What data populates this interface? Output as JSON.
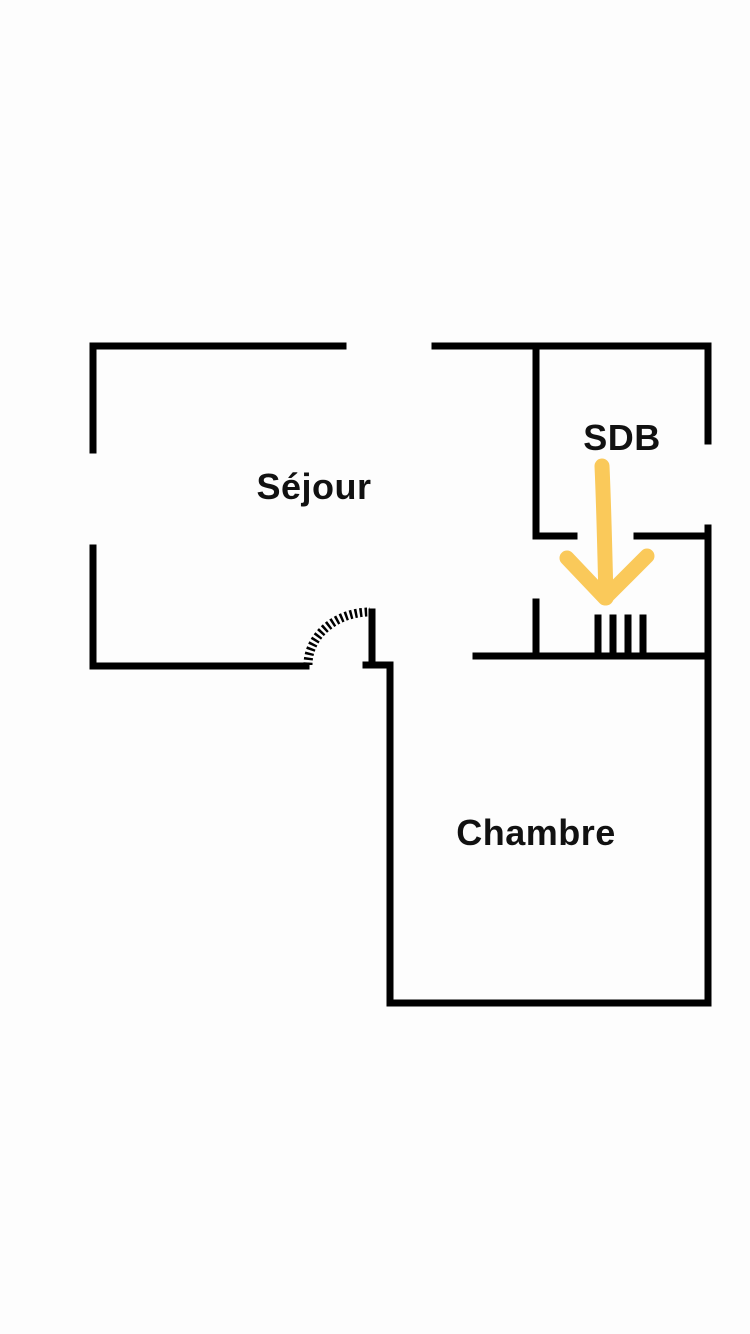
{
  "rooms": {
    "living": "Séjour",
    "bathroom": "SDB",
    "bedroom": "Chambre"
  },
  "colors": {
    "wall": "#000000",
    "arrow": "#FAC95A",
    "background": "#FDFDFD"
  }
}
